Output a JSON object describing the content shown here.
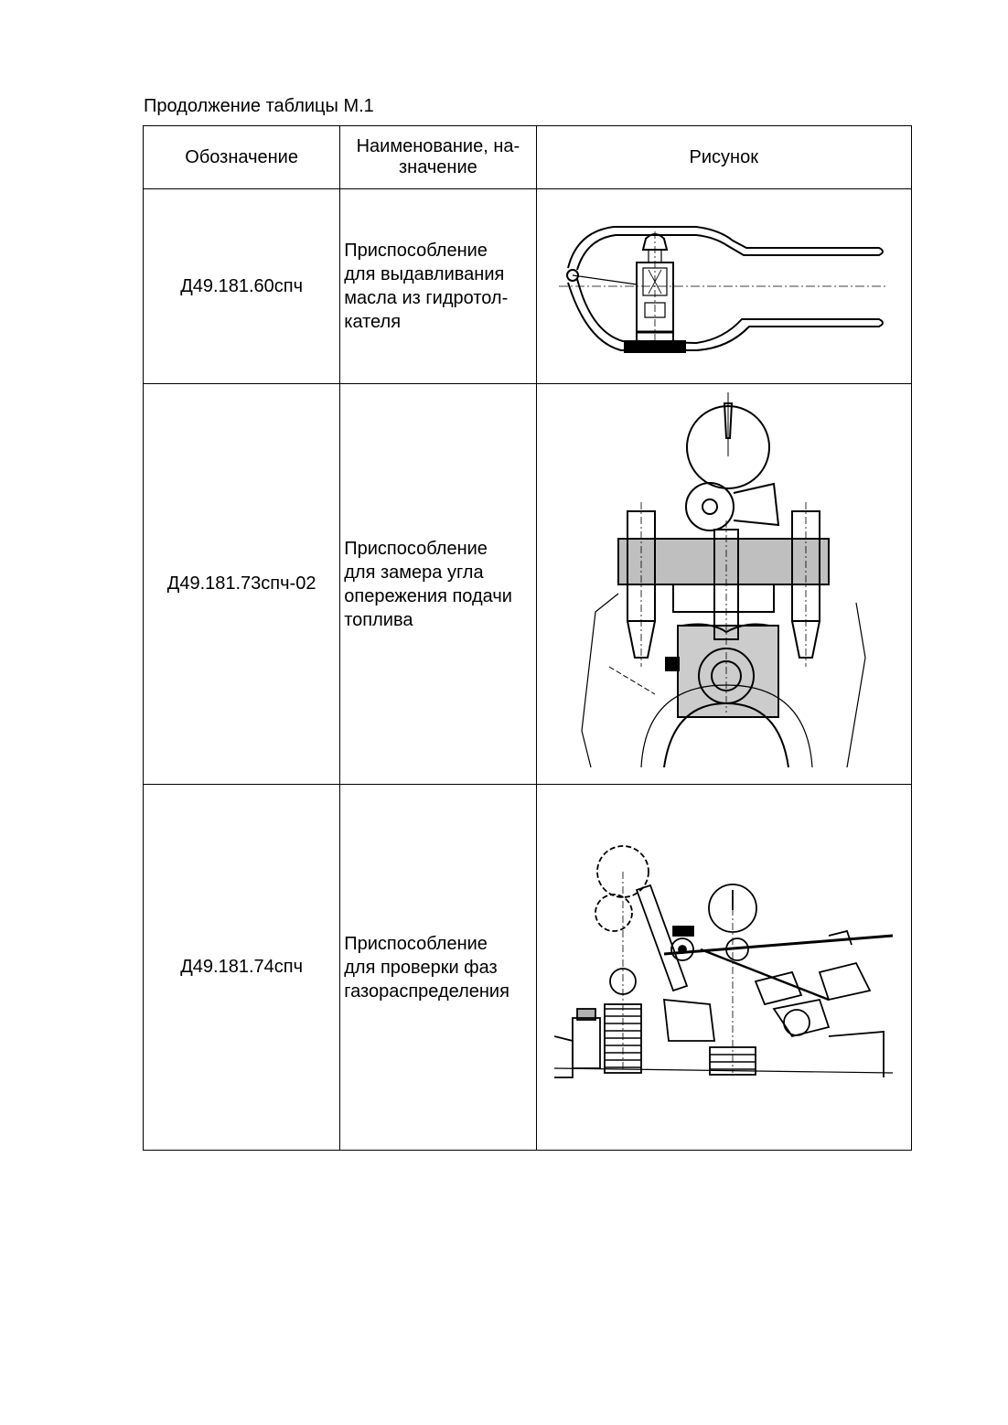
{
  "caption": "Продолжение таблицы М.1",
  "table": {
    "headers": {
      "designation": "Обозначение",
      "name_line1": "Наименование, на-",
      "name_line2": "значение",
      "figure": "Рисунок"
    },
    "rows": [
      {
        "designation": "Д49.181.60спч",
        "name_lines": [
          "Приспособление",
          "для выдавливания",
          "масла из гидротол-",
          "кателя"
        ],
        "figure_icon": "oil-extractor-drawing"
      },
      {
        "designation": "Д49.181.73спч-02",
        "name_lines": [
          "Приспособление",
          "для замера угла",
          "опережения подачи",
          "топлива"
        ],
        "figure_icon": "injection-timing-fixture-drawing"
      },
      {
        "designation": "Д49.181.74спч",
        "name_lines": [
          "Приспособление",
          "для проверки фаз",
          "газораспределения"
        ],
        "figure_icon": "valve-timing-fixture-drawing"
      }
    ]
  }
}
